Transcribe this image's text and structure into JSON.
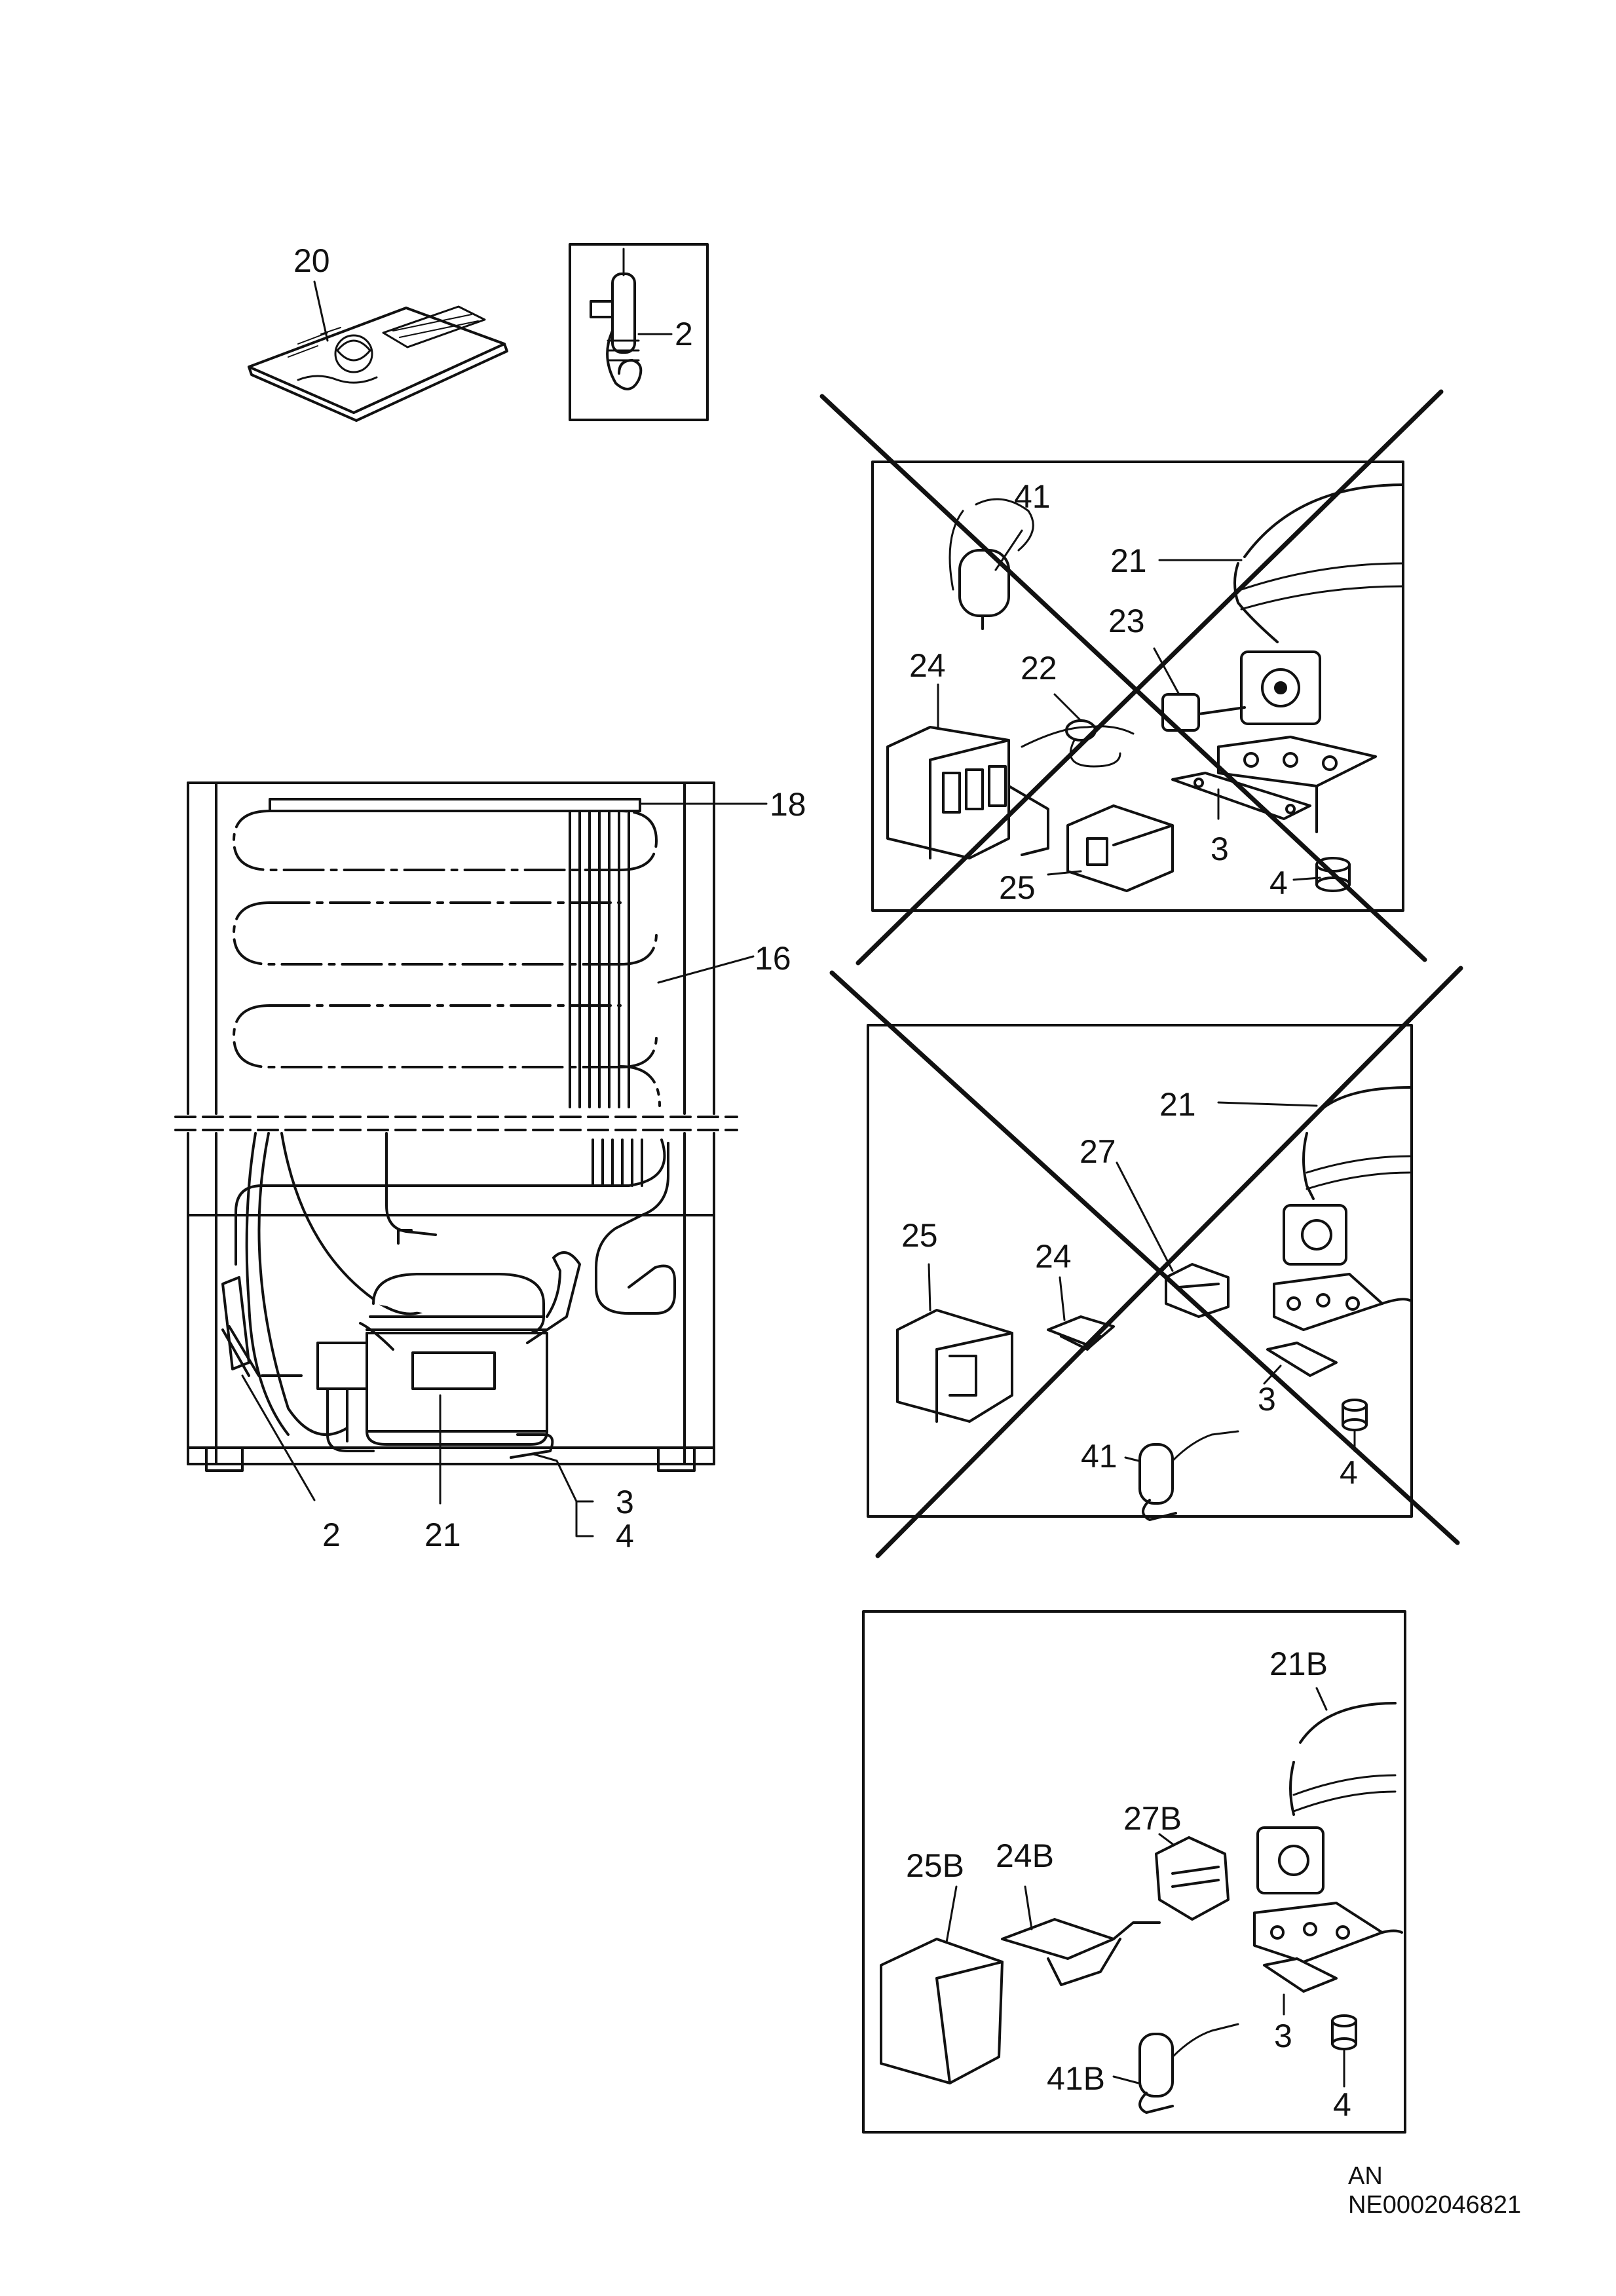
{
  "labels": {
    "manual": "20",
    "sensor_inset": "2",
    "box1": {
      "capacitor": "41",
      "compressor": "21",
      "protector": "23",
      "relay": "24",
      "wire": "22",
      "bracket": "3",
      "cover": "25",
      "grommet": "4"
    },
    "box2": {
      "compressor": "21",
      "relay": "27",
      "cover": "25",
      "clip": "24",
      "bracket": "3",
      "capacitor": "41",
      "grommet": "4"
    },
    "box3": {
      "compressor": "21B",
      "relay": "27B",
      "cover": "25B",
      "clip": "24B",
      "capacitor": "41B",
      "bracket": "3",
      "grommet": "4"
    },
    "cabinet": {
      "condenser_top": "18",
      "condenser_pipe": "16",
      "sensor": "2",
      "compressor": "21",
      "bracket": "3",
      "grommet": "4"
    }
  },
  "footer": {
    "line1": "AN",
    "line2": "NE0002046821"
  }
}
